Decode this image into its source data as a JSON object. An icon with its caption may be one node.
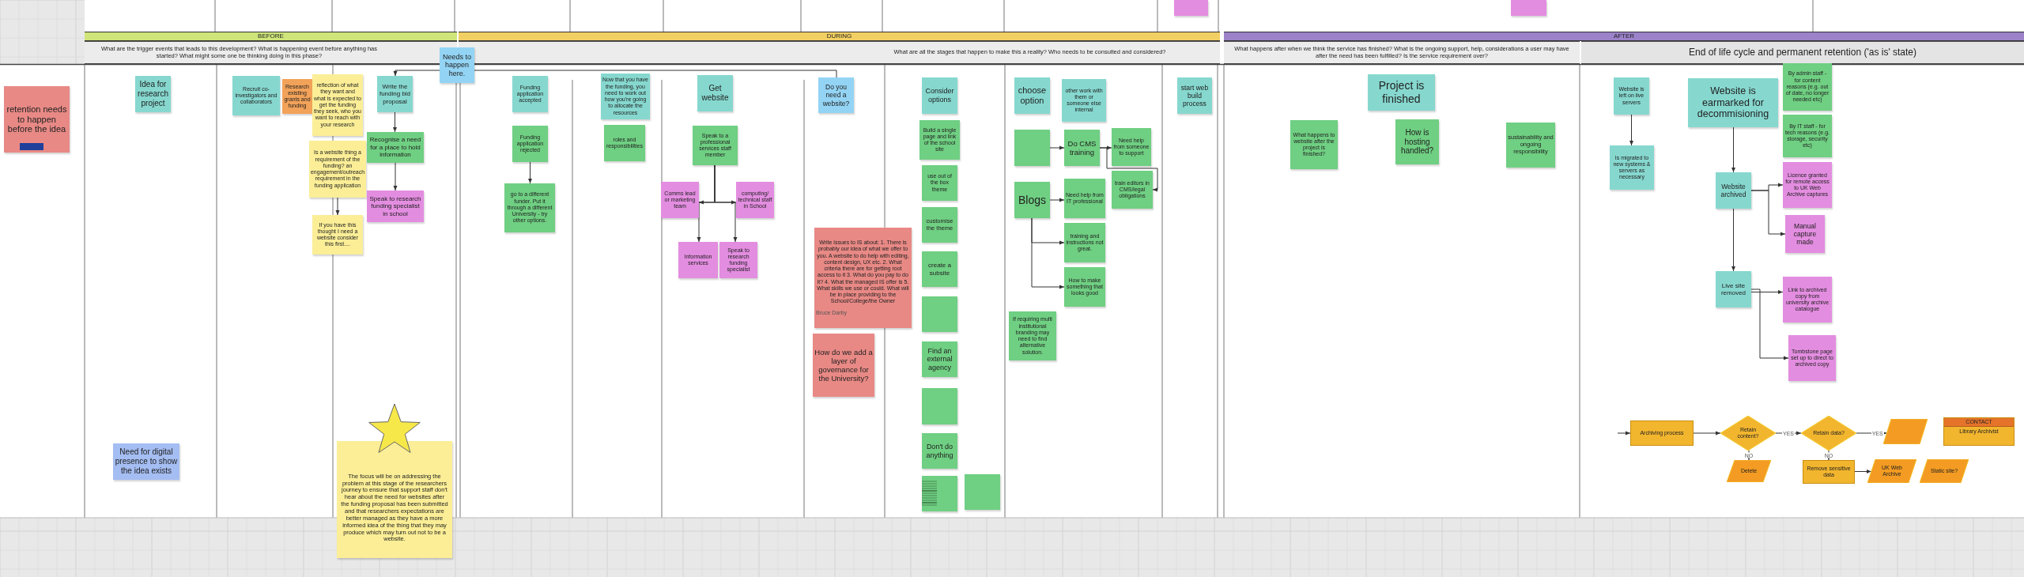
{
  "diagram": {
    "nodes": [
      {
        "text": [
          "BEFORE"
        ]
      },
      {
        "text": [
          "What are the trigger events that leads to this development? What is happening event before anything has started? What might some one be thinking doing in this phase?"
        ]
      },
      {
        "text": [
          "DURING"
        ]
      },
      {
        "text": [
          "What are all the stages that happen to make this a reality? Who needs to be consulted and considered?"
        ]
      },
      {
        "text": [
          "AFTER"
        ]
      },
      {
        "text": [
          "What happens after when we think the service has finished? What is the ongoing support, help, considerations a user may have after the need has been fulfilled? Is the service requirement over?"
        ]
      },
      {
        "text": [
          "End of life cycle and permanent retention ('as is' state)"
        ]
      },
      {
        "text": [],
        "shape": "box"
      },
      {
        "text": [],
        "shape": "box"
      },
      {
        "text": [
          "retention needs to happen before the idea"
        ]
      },
      {
        "text": [
          "Idea for research project"
        ]
      },
      {
        "text": [
          "Need for digital presence to show the idea exists"
        ]
      },
      {
        "text": [
          "Recruit co-investigators and collaborators"
        ]
      },
      {
        "text": [
          "Research existing grants and funding"
        ]
      },
      {
        "text": [
          "reflection of what they want and what is expected to get the funding they seek, who you want to reach with your research"
        ]
      },
      {
        "text": [
          "Is a website thing a requirement of the funding? an engagement/outreach requirement in the funding application"
        ]
      },
      {
        "text": [
          "If you have this thought I need a website consider this first...."
        ]
      },
      {
        "text": [
          "Write the funding bid proposal"
        ]
      },
      {
        "text": [
          "Recognise a need for a place to hold information"
        ]
      },
      {
        "text": [
          "Speak to research funding specialist in school"
        ]
      },
      {
        "text": [
          "The focus will be on addressing the problem at this stage of the researchers journey to ensure that support staff don't hear about the need for websites after the funding proposal has been submitted and that researchers expectations are better managed as they have a more informed idea of the thing that they may produce which may turn out not to be a website."
        ]
      },
      {
        "text": [
          "Needs to happen here."
        ]
      },
      {
        "text": [
          "Funding application accepted"
        ]
      },
      {
        "text": [
          "Funding application rejected"
        ]
      },
      {
        "text": [
          "go to a different funder. Put it through a different University - try other options."
        ]
      },
      {
        "text": [
          "Now that you have the funding, you need to work out how you're going to allocate the resources"
        ]
      },
      {
        "text": [
          "roles and responsibilities"
        ]
      },
      {
        "text": [
          "Get website"
        ]
      },
      {
        "text": [
          "Speak to a professional services staff member"
        ]
      },
      {
        "text": [
          "Comms lead or marketing team"
        ]
      },
      {
        "text": [
          "computing/ technical staff in School"
        ]
      },
      {
        "text": [
          "Information services"
        ]
      },
      {
        "text": [
          "Speak to research funding specialist"
        ]
      },
      {
        "text": [
          "Do you need a website?"
        ]
      },
      {
        "text": [
          "Write issues to IS about: 1. There is probably our idea of what we offer to you. A website to do help with editing, content design, UX etc. 2. What criteria there are for getting root access to it 3. What do you pay to do it? 4. What the managed IS offer is 5. What skills we use or could. What will be in place providing to the School/College/the Owner",
          "Bruce Darby"
        ]
      },
      {
        "text": [
          "How do we add a layer of governance for the University?"
        ]
      },
      {
        "text": [
          "Consider options"
        ]
      },
      {
        "text": [
          "Build a single page and link of the school site"
        ]
      },
      {
        "text": [
          "use out of the box theme"
        ]
      },
      {
        "text": [
          "customise the theme"
        ]
      },
      {
        "text": [
          "create a subsite"
        ]
      },
      {
        "text": [],
        "shape": "box"
      },
      {
        "text": [
          "Find an external agency"
        ]
      },
      {
        "text": [],
        "shape": "box"
      },
      {
        "text": [
          "Don't do anything"
        ]
      },
      {
        "text": [],
        "shape": "box"
      },
      {
        "text": [],
        "shape": "box"
      },
      {
        "text": [
          "choose option"
        ]
      },
      {
        "text": [
          "other work with them or someone else internal"
        ]
      },
      {
        "text": [],
        "shape": "box"
      },
      {
        "text": [
          "Do CMS training"
        ]
      },
      {
        "text": [
          "Need help from someone to support"
        ]
      },
      {
        "text": [
          "train editors in CMS/legal obligations"
        ]
      },
      {
        "text": [
          "Blogs"
        ]
      },
      {
        "text": [
          "Need help from IT professional"
        ]
      },
      {
        "text": [
          "training and instructions not great."
        ]
      },
      {
        "text": [
          "How to make something that looks good"
        ]
      },
      {
        "text": [
          "If requiring multi institutional branding may need to find alternative solution."
        ]
      },
      {
        "text": [
          "start web build process"
        ]
      },
      {
        "text": [
          "Project is finished"
        ]
      },
      {
        "text": [
          "What happens to website after the project is finished?"
        ]
      },
      {
        "text": [
          "How is hosting handled?"
        ]
      },
      {
        "text": [
          "sustainability and ongoing responsibility"
        ]
      },
      {
        "text": [
          "Website is left on live servers"
        ]
      },
      {
        "text": [
          "Is migrated to new systems & servers as necessary"
        ]
      },
      {
        "text": [
          "Website is earmarked for decommisioning"
        ]
      },
      {
        "text": [
          "Website archived"
        ]
      },
      {
        "text": [
          "Live site removed"
        ]
      },
      {
        "text": [
          "By admin staff - for content reasons (e.g. out of date, no longer needed etc)"
        ]
      },
      {
        "text": [
          "By IT staff - for tech reasons (e.g. storage, security etc)"
        ]
      },
      {
        "text": [
          "Licence granted for remote access to UK Web Archive captures"
        ]
      },
      {
        "text": [
          "Manual capture made"
        ]
      },
      {
        "text": [
          "Link to archived copy from university archive catalogue"
        ]
      },
      {
        "text": [
          "Tombstone page set up to direct to archived copy"
        ]
      },
      {
        "text": [
          "Archiving process"
        ]
      },
      {
        "text": [
          "Retain content?"
        ]
      },
      {
        "text": [
          "Retain data?"
        ]
      },
      {
        "text": [],
        "shape": "parallelogram"
      },
      {
        "text": [
          "Delete"
        ]
      },
      {
        "text": [
          "Remove sensitive data"
        ]
      },
      {
        "text": [
          "UK Web Archive"
        ]
      },
      {
        "text": [
          "Static site?"
        ]
      },
      {
        "text": [
          "CONTACT",
          "Library Archivist"
        ]
      }
    ],
    "edges": [
      {
        "from": 17,
        "to": 18,
        "arrow": "to"
      },
      {
        "from": 18,
        "to": 19,
        "arrow": "to"
      },
      {
        "from": 15,
        "to": 16,
        "arrow": "to"
      },
      {
        "from": 21,
        "to": 17,
        "arrow": "to"
      },
      {
        "from": 21,
        "to": 33,
        "arrow": "none"
      },
      {
        "from": 23,
        "to": 24,
        "arrow": "to"
      },
      {
        "from": 28,
        "to": 29,
        "arrow": "to"
      },
      {
        "from": 28,
        "to": 30,
        "arrow": "to"
      },
      {
        "from": 28,
        "to": 31,
        "arrow": "to"
      },
      {
        "from": 28,
        "to": 32,
        "arrow": "to"
      },
      {
        "from": 49,
        "to": 50,
        "arrow": "to"
      },
      {
        "from": 50,
        "to": 51,
        "arrow": "to"
      },
      {
        "from": 50,
        "to": 52,
        "arrow": "to"
      },
      {
        "from": 53,
        "to": 54,
        "arrow": "to"
      },
      {
        "from": 53,
        "to": 55,
        "arrow": "to"
      },
      {
        "from": 53,
        "to": 56,
        "arrow": "to"
      },
      {
        "from": 63,
        "to": 64,
        "arrow": "to"
      },
      {
        "from": 65,
        "to": 66,
        "arrow": "to"
      },
      {
        "from": 66,
        "to": 67,
        "arrow": "to"
      },
      {
        "from": 66,
        "to": 70,
        "arrow": "to"
      },
      {
        "from": 66,
        "to": 71,
        "arrow": "to"
      },
      {
        "from": 67,
        "to": 72,
        "arrow": "to"
      },
      {
        "from": 67,
        "to": 73,
        "arrow": "to"
      },
      {
        "from": null,
        "to": 74,
        "arrow": "to"
      },
      {
        "from": 74,
        "to": 75,
        "arrow": "to"
      },
      {
        "from": 75,
        "to": 76,
        "arrow": "to",
        "label": "YES"
      },
      {
        "from": 76,
        "to": 77,
        "arrow": "to",
        "label": "YES"
      },
      {
        "from": 75,
        "to": 78,
        "arrow": "to",
        "label": "NO"
      },
      {
        "from": 76,
        "to": 79,
        "arrow": "to",
        "label": "NO"
      },
      {
        "from": 79,
        "to": 80,
        "arrow": "to"
      }
    ]
  }
}
